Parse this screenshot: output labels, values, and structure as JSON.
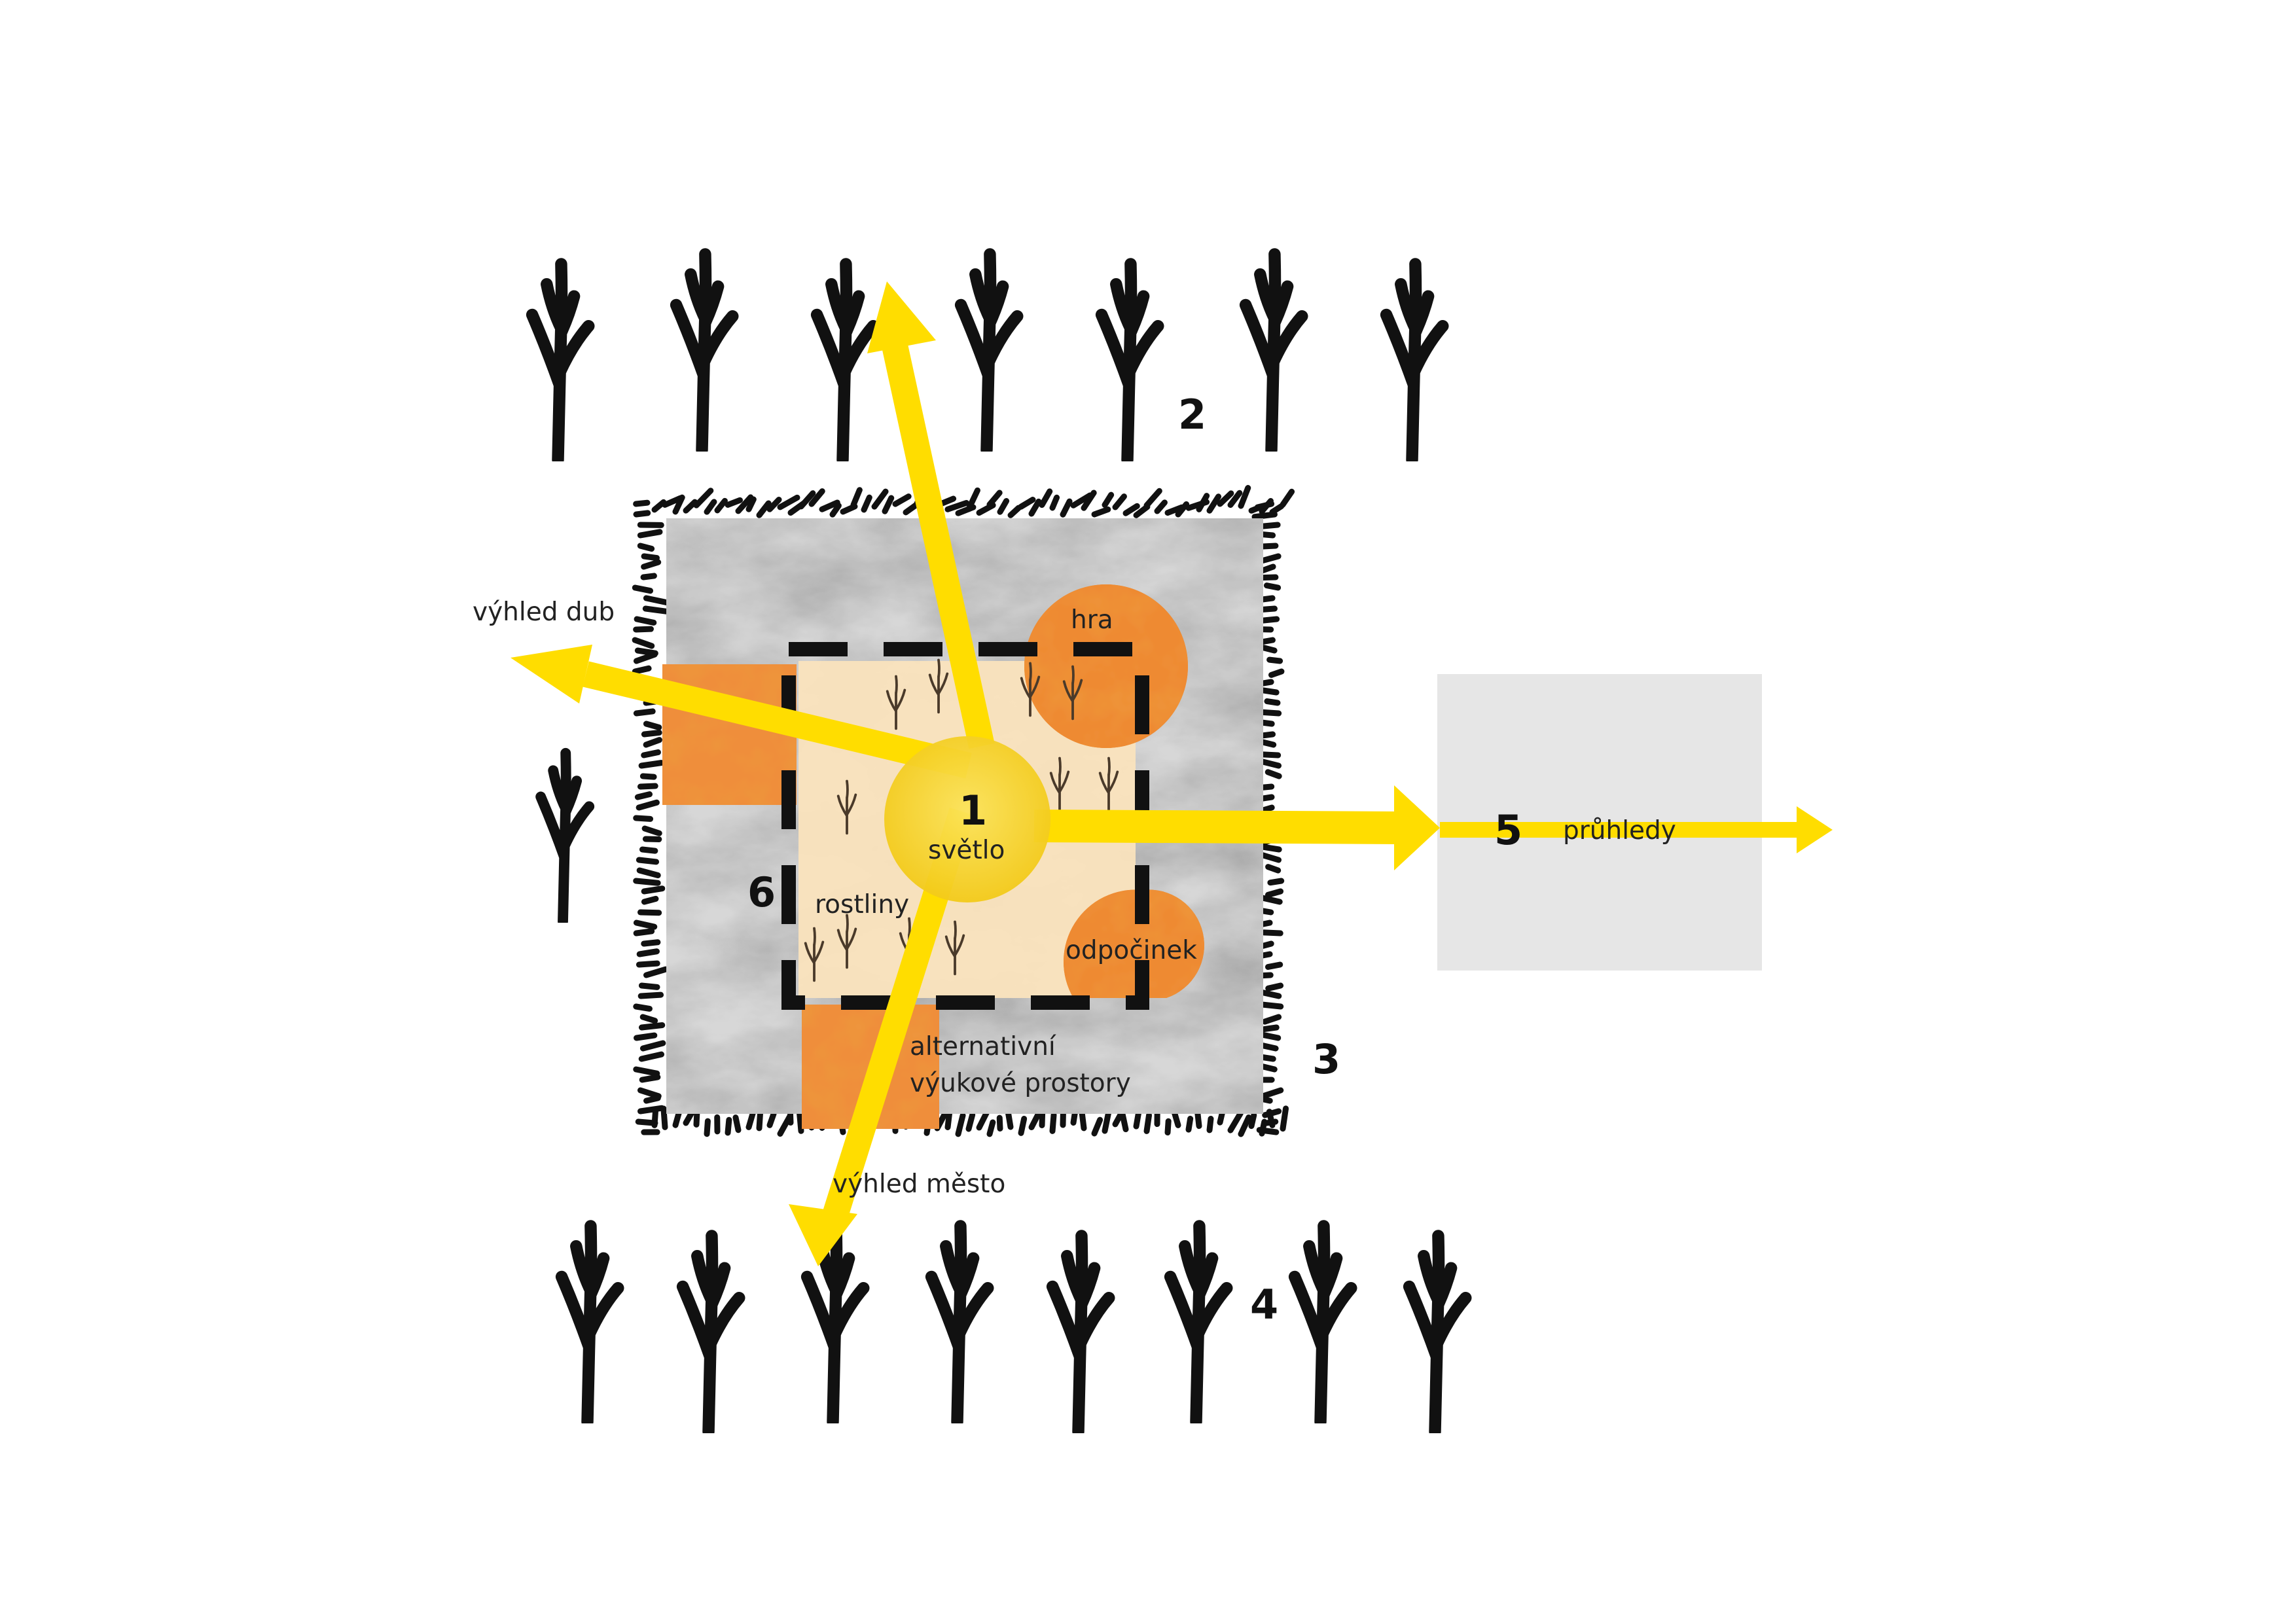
{
  "diagram": {
    "numbers": {
      "n1": "1",
      "n2": "2",
      "n3": "3",
      "n4": "4",
      "n5": "5",
      "n6": "6"
    },
    "labels": {
      "svetlo": "světlo",
      "hra": "hra",
      "odpocinek": "odpočinek",
      "rostliny": "rostliny",
      "alternativni_line1": "alternativní",
      "alternativni_line2": "výukové prostory",
      "vyhled_dub": "výhled dub",
      "vyhled_mesto": "výhled město",
      "pruhledy": "průhledy"
    }
  },
  "colors": {
    "arrow_yellow": "#ffdd00",
    "center_yellow": "#f8d21c",
    "orange": "#ec8a35",
    "light_orange": "#fae3bd",
    "stone_gray": "#c4c4c4",
    "annex_gray": "#e6e6e6",
    "ink": "#111111"
  },
  "icons": {
    "tree": "tree-icon",
    "sprout": "sprout-icon",
    "grass": "grass-texture"
  }
}
